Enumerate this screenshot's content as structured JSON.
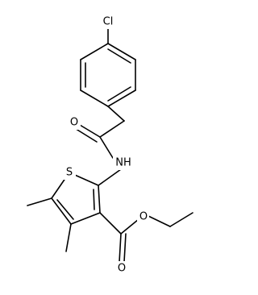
{
  "molecule": {
    "atoms": {
      "cl": "Cl",
      "o_amide": "O",
      "nh": "NH",
      "s": "S",
      "o_ester_single": "O",
      "o_ester_double": "O"
    }
  }
}
